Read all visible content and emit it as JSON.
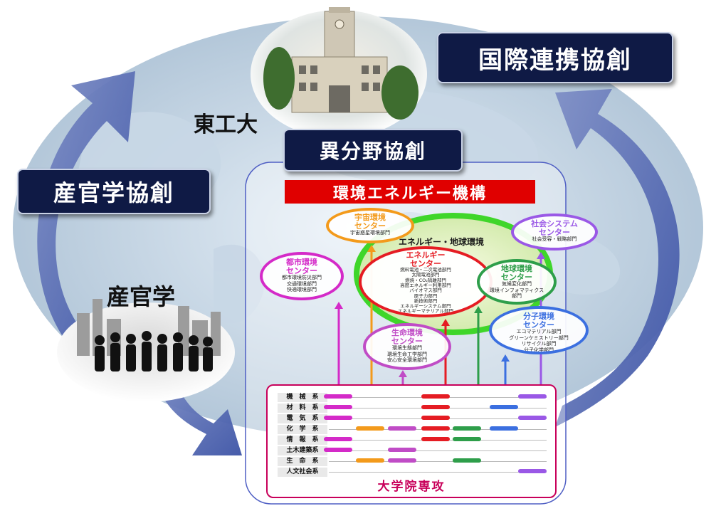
{
  "banners": {
    "international": "国際連携協創",
    "interdisciplinary": "異分野協創",
    "industry_gov_academia": "産官学協創"
  },
  "labels": {
    "titech": "東工大",
    "sangakukan": "産官学"
  },
  "organization": "環境エネルギー機構",
  "ring_label": "エネルギー・地球環境",
  "centers": {
    "space": {
      "title": [
        "宇宙環境",
        "センター"
      ],
      "depts": [
        "宇宙惑星環境部門"
      ]
    },
    "social": {
      "title": [
        "社会システム",
        "センター"
      ],
      "depts": [
        "社会受容・戦略部門"
      ]
    },
    "urban": {
      "title": [
        "都市環境",
        "センター"
      ],
      "depts": [
        "都市環境防災部門",
        "交通環境部門",
        "快適環境部門"
      ]
    },
    "energy": {
      "title": [
        "エネルギー",
        "センター"
      ],
      "depts": [
        "燃料電池・二次電池部門",
        "太陽電池部門",
        "燃焼・CO₂隔離部門",
        "高度エネルギー利用部門",
        "バイオマス部門",
        "原子力部門",
        "新技術部門",
        "エネルギーシステム部門",
        "エネルギーマテリアル部門"
      ]
    },
    "earth": {
      "title": [
        "地球環境",
        "センター"
      ],
      "depts": [
        "気候変化部門",
        "環境インフォマティクス",
        "部門"
      ]
    },
    "molecular": {
      "title": [
        "分子環境",
        "センター"
      ],
      "depts": [
        "エコマテリアル部門",
        "グリーンケミストリー部門",
        "リサイクル部門",
        "分子化学部門"
      ]
    },
    "life": {
      "title": [
        "生命環境",
        "センター"
      ],
      "depts": [
        "環境生態部門",
        "環境生命工学部門",
        "安心安全環境部門"
      ]
    }
  },
  "departments": [
    "機　械　系",
    "材　料　系",
    "電　気　系",
    "化　学　系",
    "情　報　系",
    "土木建築系",
    "生　命　系",
    "人文社会系"
  ],
  "grid_title": "大学院専攻",
  "colors": {
    "banner_bg": "#0f1a45",
    "organization": "#e00000",
    "urban": "#d42ac8",
    "space": "#f39a1b",
    "energy": "#e51c23",
    "earth": "#2e9e4a",
    "social": "#9a58e6",
    "molecular": "#3b6fe0",
    "life": "#c04cc6",
    "ring": "#3fd62a"
  }
}
